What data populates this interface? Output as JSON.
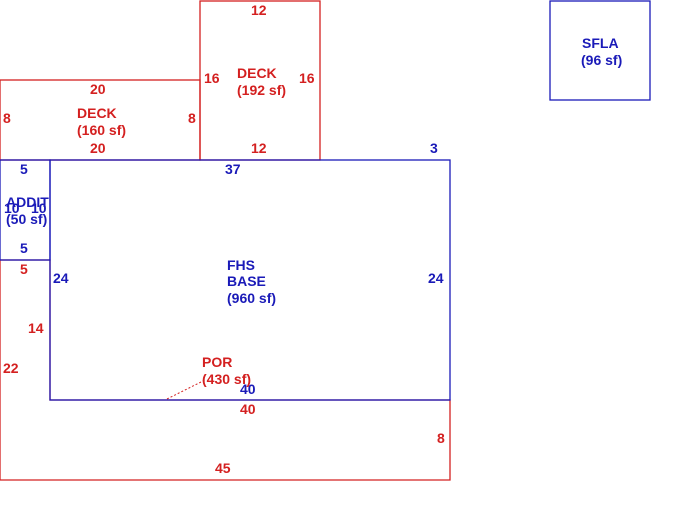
{
  "colors": {
    "blue": "#1a1ab8",
    "red": "#d42020"
  },
  "areas": {
    "sfla": {
      "name": "SFLA",
      "area": "(96 sf)"
    },
    "deck_top": {
      "name": "DECK",
      "area": "(192 sf)",
      "dims": {
        "top": "12",
        "left": "16",
        "right": "16",
        "bottom": "12"
      }
    },
    "deck_left": {
      "name": "DECK",
      "area": "(160 sf)",
      "dims": {
        "top": "20",
        "left": "8",
        "right": "8",
        "bottom": "20"
      }
    },
    "addit": {
      "name": "ADDIT",
      "area": "(50 sf)",
      "dims": {
        "top": "5",
        "left": "10",
        "right": "10",
        "bottom": "5"
      }
    },
    "base": {
      "line1": "FHS",
      "line2": "BASE",
      "area": "(960 sf)",
      "dims": {
        "top": "37",
        "corner": "3",
        "left": "24",
        "right": "24",
        "bottom": "40"
      }
    },
    "por": {
      "name": "POR",
      "area": "(430 sf)",
      "dims": {
        "upper_left": "5",
        "left_inner": "14",
        "left_outer": "22",
        "top": "40",
        "right": "8",
        "bottom": "45"
      }
    }
  }
}
